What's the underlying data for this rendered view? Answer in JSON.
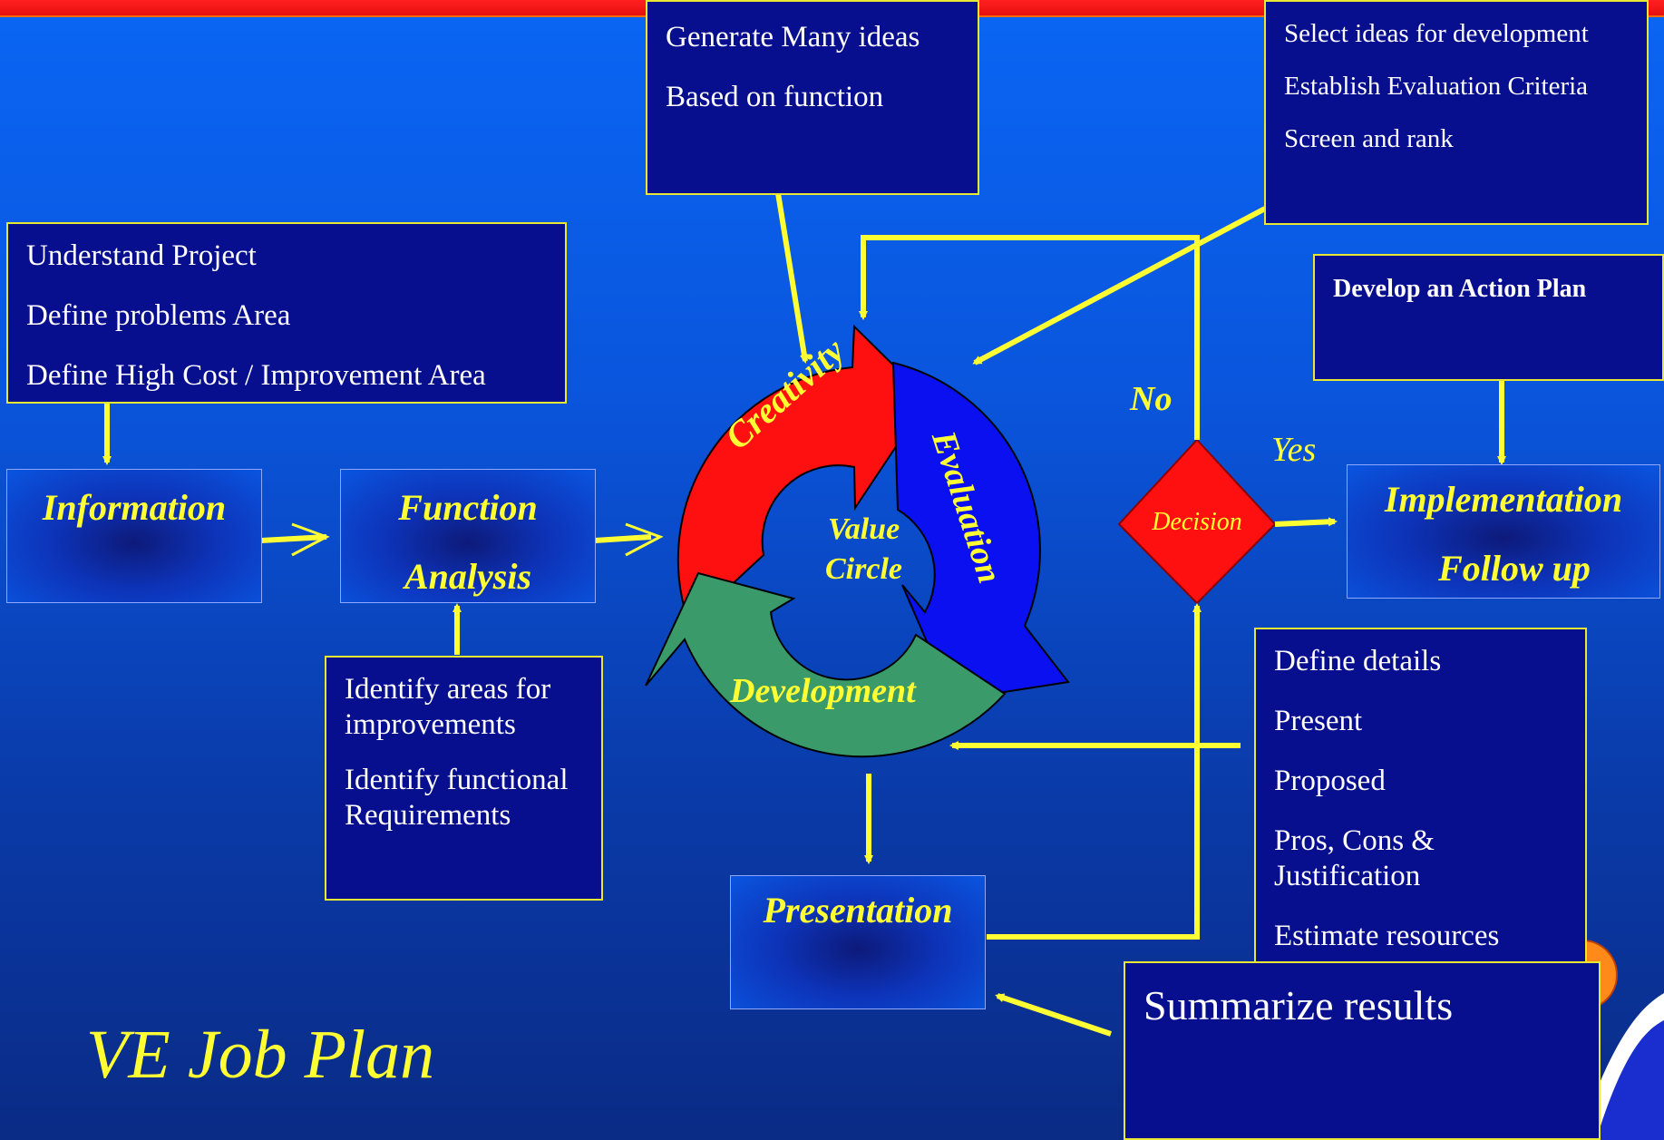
{
  "title": "VE Job Plan",
  "stages": {
    "information": "Information",
    "function_analysis": [
      "Function",
      "Analysis"
    ],
    "implementation": [
      "Implementation",
      "Follow up"
    ],
    "presentation": "Presentation"
  },
  "cycle": {
    "creativity": "Creativity",
    "evaluation": "Evaluation",
    "development": "Development",
    "center": [
      "Value",
      "Circle"
    ]
  },
  "decision": {
    "label": "Decision",
    "no": "No",
    "yes": "Yes"
  },
  "notes": {
    "understand": [
      "Understand Project",
      "Define problems Area",
      "Define High Cost / Improvement Area"
    ],
    "generate": [
      "Generate Many ideas",
      "Based on function"
    ],
    "select": [
      "Select ideas for development",
      "Establish Evaluation Criteria",
      "Screen and rank"
    ],
    "action_plan": "Develop an Action Plan",
    "identify": [
      "Identify areas for improvements",
      "Identify functional Requirements"
    ],
    "details": [
      "Define details",
      "Present",
      "Proposed",
      "Pros, Cons & Justification",
      "Estimate resources"
    ],
    "summarize": "Summarize results"
  },
  "colors": {
    "accent": "#ffff33",
    "box_fill": "#070f8e",
    "creativity": "#ff1010",
    "evaluation": "#0a10f0",
    "development": "#3a9a6a",
    "decision": "#ff1010"
  }
}
